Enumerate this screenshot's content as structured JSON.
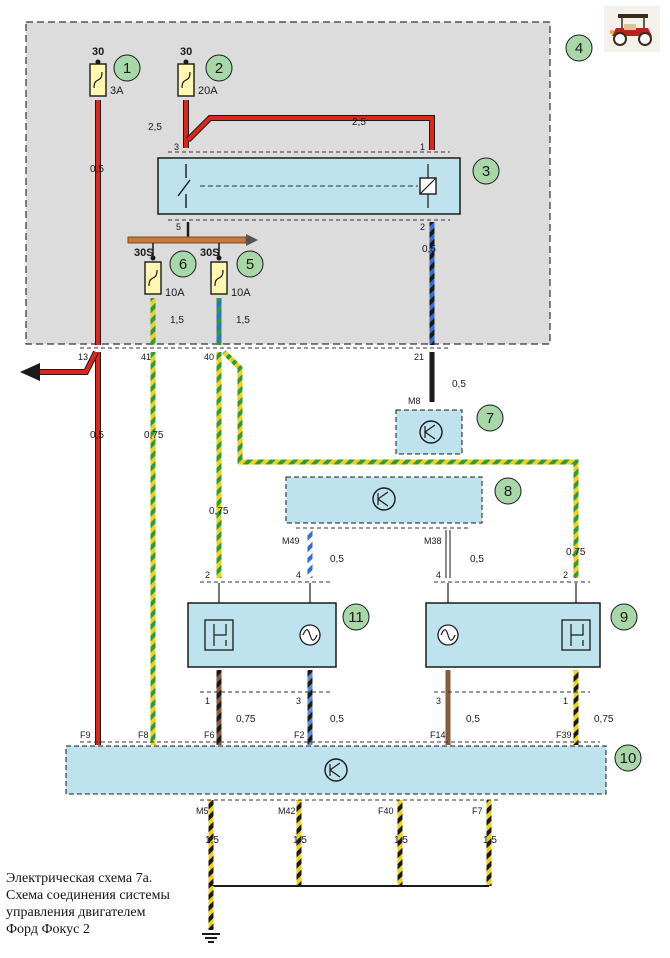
{
  "fuses": [
    {
      "id": "f1",
      "badge": "1",
      "supply": "30",
      "rating": "3A"
    },
    {
      "id": "f2",
      "badge": "2",
      "supply": "30",
      "rating": "20A"
    },
    {
      "id": "f5",
      "badge": "5",
      "supply": "30S",
      "rating": "10A"
    },
    {
      "id": "f6",
      "badge": "6",
      "supply": "30S",
      "rating": "10A"
    }
  ],
  "components": [
    {
      "id": "c3",
      "badge": "3"
    },
    {
      "id": "c4",
      "badge": "4"
    },
    {
      "id": "c7",
      "badge": "7"
    },
    {
      "id": "c8",
      "badge": "8"
    },
    {
      "id": "c9",
      "badge": "9"
    },
    {
      "id": "c10",
      "badge": "10"
    },
    {
      "id": "c11",
      "badge": "11"
    }
  ],
  "relay_pins": [
    "3",
    "1",
    "5",
    "2"
  ],
  "connector_pins": {
    "block_out": [
      "13",
      "41",
      "40",
      "21"
    ],
    "m8": "M8",
    "m49": "M49",
    "m38": "M38",
    "c11_top": [
      "2",
      "4"
    ],
    "c9_top": [
      "4",
      "2"
    ],
    "c11_bottom": [
      "1",
      "3"
    ],
    "c9_bottom": [
      "3",
      "1"
    ],
    "ecu_top": [
      "F9",
      "F8",
      "F6",
      "F2",
      "F14",
      "F39"
    ],
    "ecu_bottom": [
      "M5",
      "M42",
      "F40",
      "F7"
    ]
  },
  "wire_sizes": {
    "w_f1": "0,5",
    "w_f2_a": "2,5",
    "w_f2_b": "2,5",
    "w_relay_out": "0,5",
    "w_f6": "1,5",
    "w_f5": "1,5",
    "w_13": "0,5",
    "w_41": "0,75",
    "w_m8": "0,5",
    "w_40": "0,75",
    "w_m49": "0,5",
    "w_m38": "0,5",
    "w_9": "0,75",
    "w_c11_1": "0,75",
    "w_c11_3": "0,5",
    "w_c9_3": "0,5",
    "w_c9_1": "0,75",
    "w_g1": "1,5",
    "w_g2": "1,5",
    "w_g3": "1,5",
    "w_g4": "1,5"
  },
  "caption": [
    "Электрическая схема 7а.",
    "Схема соединения системы",
    "управления двигателем",
    "Форд Фокус 2"
  ],
  "colors": {
    "block_fill": "#dcdcdc",
    "module_fill": "#bfe3ee",
    "badge_fill": "#a8d8a8",
    "wire_red": "#e0251b",
    "wire_blue": "#2e6fd0",
    "wire_green": "#2f9a3a",
    "wire_yellow": "#f0d21a",
    "wire_black": "#1a1a1a",
    "wire_brown": "#8a5a3a"
  }
}
